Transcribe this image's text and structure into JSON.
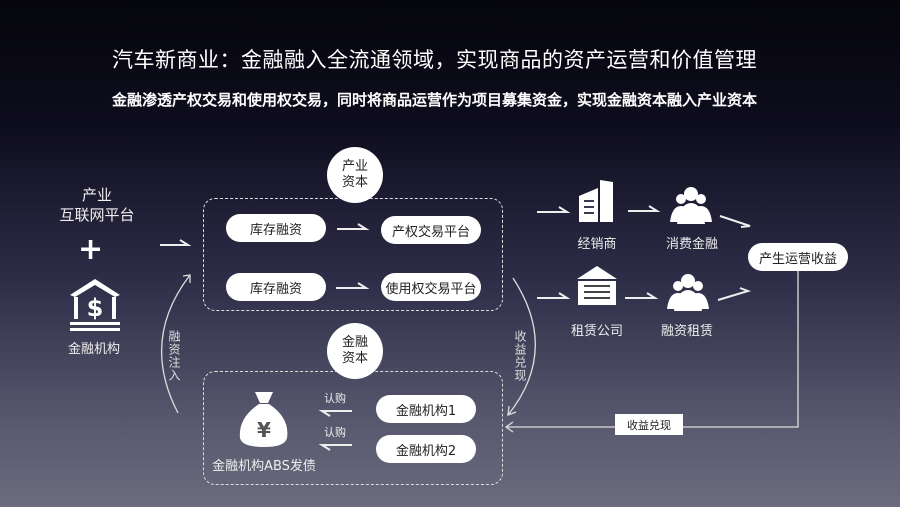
{
  "title": "汽车新商业：金融融入全流通领域，实现商品的资产运营和价值管理",
  "subtitle": "金融渗透产权交易和使用权交易，同时将商品运营作为项目募集资金，实现金融资本融入产业资本",
  "left": {
    "platform_line1": "产业",
    "platform_line2": "互联网平台",
    "plus": "+",
    "bank_label": "金融机构"
  },
  "industry_capital": {
    "circle_line1": "产业",
    "circle_line2": "资本",
    "rows": [
      {
        "from": "库存融资",
        "to": "产权交易平台"
      },
      {
        "from": "库存融资",
        "to": "使用权交易平台"
      }
    ]
  },
  "financial_capital": {
    "circle_line1": "金融",
    "circle_line2": "资本",
    "bag_label": "金融机构ABS发债",
    "subscribe_label": "认购",
    "institutions": [
      "金融机构1",
      "金融机构2"
    ]
  },
  "flows": {
    "financing_injection": "融资注入",
    "revenue_realization": "收益兑现"
  },
  "right": {
    "dealer": "经销商",
    "consumer_finance": "消费金融",
    "leasing_company": "租赁公司",
    "finance_lease": "融资租赁",
    "operating_revenue": "产生运营收益",
    "revenue_box": "收益兑现"
  }
}
